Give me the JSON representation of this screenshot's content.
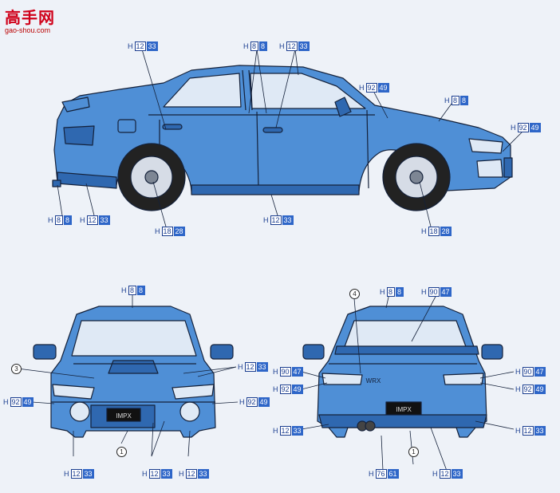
{
  "watermark": {
    "title": "高手网",
    "url": "gao-shou.com"
  },
  "colors": {
    "body": "#4f8fd6",
    "bodyDark": "#2f68b0",
    "glass": "#dfe9f5",
    "line": "#14213a",
    "label": "#1a3d8f"
  },
  "side_labels": [
    {
      "h": "H",
      "a": "12",
      "b": "33"
    },
    {
      "h": "H",
      "a": "8",
      "b": "8"
    },
    {
      "h": "H",
      "a": "12",
      "b": "33"
    },
    {
      "h": "H",
      "a": "92",
      "b": "49"
    },
    {
      "h": "H",
      "a": "8",
      "b": "8"
    },
    {
      "h": "H",
      "a": "92",
      "b": "49"
    },
    {
      "h": "H",
      "a": "8",
      "b": "8"
    },
    {
      "h": "H",
      "a": "12",
      "b": "33"
    },
    {
      "h": "H",
      "a": "18",
      "b": "28"
    },
    {
      "h": "H",
      "a": "12",
      "b": "33"
    },
    {
      "h": "H",
      "a": "18",
      "b": "28"
    }
  ],
  "front_labels": [
    {
      "h": "H",
      "a": "8",
      "b": "8"
    },
    {
      "h": "H",
      "a": "12",
      "b": "33"
    },
    {
      "h": "H",
      "a": "92",
      "b": "49"
    },
    {
      "h": "H",
      "a": "92",
      "b": "49"
    },
    {
      "h": "H",
      "a": "12",
      "b": "33"
    },
    {
      "h": "H",
      "a": "12",
      "b": "33"
    },
    {
      "h": "H",
      "a": "12",
      "b": "33"
    }
  ],
  "rear_labels": [
    {
      "h": "H",
      "a": "8",
      "b": "8"
    },
    {
      "h": "H",
      "a": "90",
      "b": "47"
    },
    {
      "h": "H",
      "a": "90",
      "b": "47"
    },
    {
      "h": "H",
      "a": "90",
      "b": "47"
    },
    {
      "h": "H",
      "a": "92",
      "b": "49"
    },
    {
      "h": "H",
      "a": "92",
      "b": "49"
    },
    {
      "h": "H",
      "a": "12",
      "b": "33"
    },
    {
      "h": "H",
      "a": "12",
      "b": "33"
    },
    {
      "h": "H",
      "a": "76",
      "b": "61"
    },
    {
      "h": "H",
      "a": "12",
      "b": "33"
    }
  ],
  "callouts": {
    "three": "3",
    "four": "4",
    "one_a": "1",
    "one_b": "1"
  },
  "plate_text": "IMPX",
  "rear_badge": "WRX"
}
